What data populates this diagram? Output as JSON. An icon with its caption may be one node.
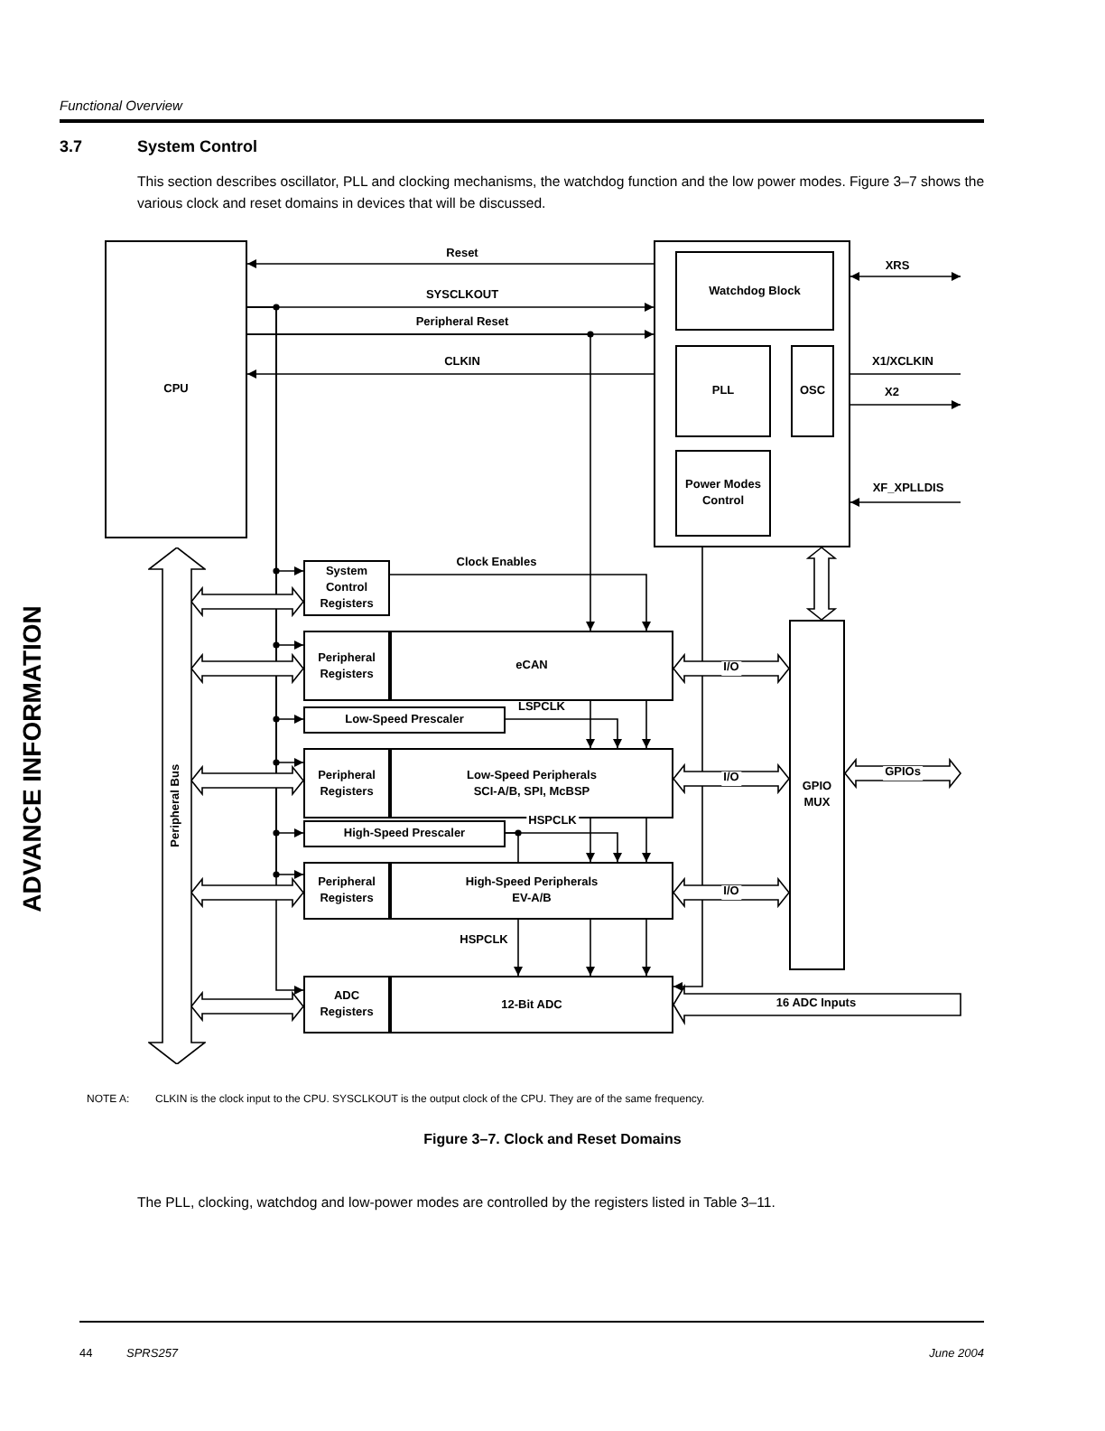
{
  "diagram": {
    "title": "System Control",
    "caption": "Figure 3–7. Clock and Reset Domains",
    "nodes": [
      {
        "text": [
          "CPU"
        ]
      },
      {
        "text": [],
        "shape": "box"
      },
      {
        "text": [
          "Watchdog Block"
        ],
        "in": 1
      },
      {
        "text": [
          "PLL"
        ],
        "in": 1
      },
      {
        "text": [
          "OSC"
        ],
        "in": 1
      },
      {
        "text": [
          "Power Modes Control"
        ],
        "in": 1
      },
      {
        "text": [
          "System Control Registers"
        ]
      },
      {
        "text": [
          "Peripheral Registers"
        ]
      },
      {
        "text": [
          "eCAN"
        ]
      },
      {
        "text": [
          "Low-Speed Prescaler"
        ]
      },
      {
        "text": [
          "Peripheral Registers"
        ]
      },
      {
        "text": [
          "Low-Speed Peripherals",
          "SCI-A/B, SPI, McBSP"
        ]
      },
      {
        "text": [
          "High-Speed Prescaler"
        ]
      },
      {
        "text": [
          "Peripheral Registers"
        ]
      },
      {
        "text": [
          "High-Speed Peripherals",
          "EV-A/B"
        ]
      },
      {
        "text": [
          "ADC Registers"
        ]
      },
      {
        "text": [
          "12-Bit ADC"
        ]
      },
      {
        "text": [
          "GPIO MUX"
        ]
      },
      {
        "text": [
          "Peripheral Bus"
        ]
      }
    ],
    "edges": [
      {
        "from": 1,
        "to": 0,
        "arrow": "to",
        "label": "Reset"
      },
      {
        "from": 0,
        "to": 1,
        "arrow": "to",
        "label": "SYSCLKOUT"
      },
      {
        "from": 0,
        "to": 1,
        "arrow": "to",
        "label": "Peripheral Reset"
      },
      {
        "from": 1,
        "to": 0,
        "arrow": "to",
        "label": "CLKIN"
      },
      {
        "from": 1,
        "to": null,
        "arrow": "both",
        "label": "XRS"
      },
      {
        "from": null,
        "to": 4,
        "arrow": "to",
        "label": "X1/XCLKIN"
      },
      {
        "from": 4,
        "to": null,
        "arrow": "to",
        "label": "X2"
      },
      {
        "from": null,
        "to": 1,
        "arrow": "to",
        "label": "XF_XPLLDIS"
      },
      {
        "from": 0,
        "to": 6,
        "arrow": "to"
      },
      {
        "from": 0,
        "to": 7,
        "arrow": "to"
      },
      {
        "from": 0,
        "to": 9,
        "arrow": "to"
      },
      {
        "from": 0,
        "to": 10,
        "arrow": "to"
      },
      {
        "from": 0,
        "to": 12,
        "arrow": "to"
      },
      {
        "from": 0,
        "to": 13,
        "arrow": "to"
      },
      {
        "from": 0,
        "to": 15,
        "arrow": "to"
      },
      {
        "from": 0,
        "to": 8,
        "arrow": "to"
      },
      {
        "from": 8,
        "to": 11,
        "arrow": "to"
      },
      {
        "from": 11,
        "to": 14,
        "arrow": "to"
      },
      {
        "from": 14,
        "to": 16,
        "arrow": "to"
      },
      {
        "from": 6,
        "to": 8,
        "arrow": "to",
        "label": "Clock Enables"
      },
      {
        "from": 8,
        "to": 11,
        "arrow": "to"
      },
      {
        "from": 11,
        "to": 14,
        "arrow": "to"
      },
      {
        "from": 14,
        "to": 16,
        "arrow": "to"
      },
      {
        "from": 9,
        "to": 11,
        "arrow": "to",
        "label": "LSPCLK"
      },
      {
        "from": 12,
        "to": 14,
        "arrow": "to",
        "label": "HSPCLK"
      },
      {
        "from": 14,
        "to": 16,
        "arrow": "to",
        "label": "HSPCLK"
      },
      {
        "from": 1,
        "to": 16,
        "arrow": "to"
      },
      {
        "from": 1,
        "to": 17,
        "arrow": "both",
        "style": "thick"
      },
      {
        "from": 8,
        "to": 17,
        "arrow": "both",
        "style": "thick",
        "label": "I/O"
      },
      {
        "from": 11,
        "to": 17,
        "arrow": "both",
        "style": "thick",
        "label": "I/O"
      },
      {
        "from": 14,
        "to": 17,
        "arrow": "both",
        "style": "thick",
        "label": "I/O"
      },
      {
        "from": 17,
        "to": null,
        "arrow": "both",
        "style": "thick",
        "label": "GPIOs"
      },
      {
        "from": null,
        "to": 16,
        "arrow": "to",
        "style": "thick",
        "label": "16 ADC Inputs"
      },
      {
        "from": 18,
        "to": 6,
        "arrow": "both",
        "style": "thick"
      },
      {
        "from": 18,
        "to": 7,
        "arrow": "both",
        "style": "thick"
      },
      {
        "from": 18,
        "to": 10,
        "arrow": "both",
        "style": "thick"
      },
      {
        "from": 18,
        "to": 13,
        "arrow": "both",
        "style": "thick"
      },
      {
        "from": 18,
        "to": 15,
        "arrow": "both",
        "style": "thick"
      },
      {
        "from": 12,
        "to": 14,
        "arrow": "none"
      }
    ],
    "labels": [
      "Functional Overview",
      "3.7",
      "This section describes oscillator, PLL and clocking mechanisms, the watchdog function and the low power modes. Figure 3–7 shows the various clock and reset domains in devices that will be discussed.",
      "ADVANCE INFORMATION",
      "NOTE A:",
      "CLKIN is the clock input to the CPU. SYSCLKOUT is the output clock of the CPU. They are of the same frequency.",
      "The PLL, clocking, watchdog and low-power modes are controlled by the registers listed in Table 3–11.",
      "44",
      "SPRS257",
      "June 2004"
    ]
  }
}
